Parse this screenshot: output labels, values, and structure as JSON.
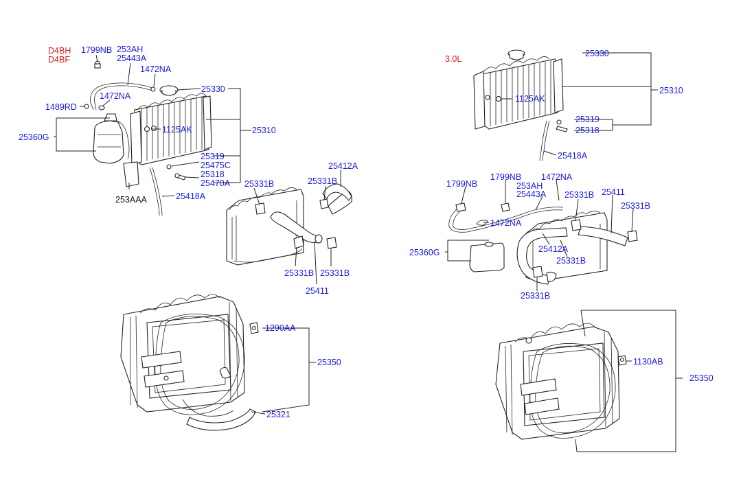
{
  "engine_left": [
    "D4BH",
    "D4BF"
  ],
  "engine_right": "3.0L",
  "labels": {
    "p1799NB": "1799NB",
    "p253AH": "253AH",
    "p25443A": "25443A",
    "p1472NA": "1472NA",
    "p1489RD": "1489RD",
    "p25330": "25330",
    "p25310": "25310",
    "p1125AK": "1125AK",
    "p25360G": "25360G",
    "p25319": "25319",
    "p25475C": "25475C",
    "p25318": "25318",
    "p25470A": "25470A",
    "p253AAA": "253AAA",
    "p25418A": "25418A",
    "p25331B": "25331B",
    "p25412A": "25412A",
    "p25411": "25411",
    "p1290AA": "1290AA",
    "p25350": "25350",
    "p25321": "25321",
    "p1130AB": "1130AB"
  },
  "colors": {
    "part_number": "#1a1ae6",
    "engine_code": "#e01a1a",
    "unlinked_part": "#111111",
    "line": "#222222"
  }
}
